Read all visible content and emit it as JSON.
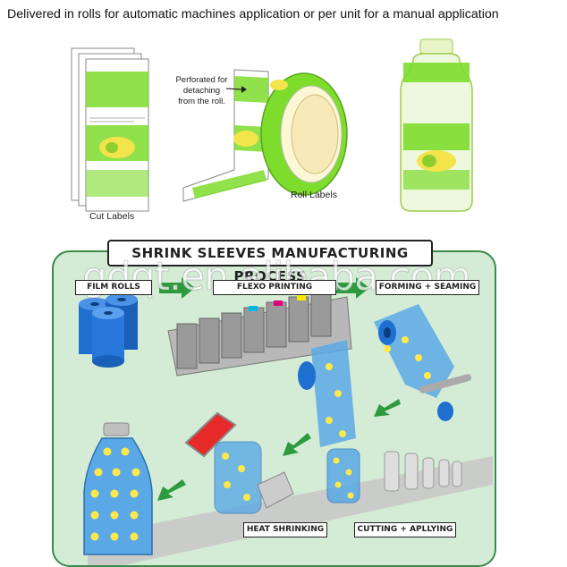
{
  "header": {
    "title": "Delivered in rolls for automatic machines application or per unit for a manual application"
  },
  "top_labels": {
    "cut_labels": "Cut Labels",
    "roll_labels": "Roll Labels",
    "perforated_note_line1": "Perforated for",
    "perforated_note_line2": "detaching",
    "perforated_note_line3": "from the roll."
  },
  "process": {
    "title": "SHRINK SLEEVES MANUFACTURING PROCESS",
    "steps": {
      "film_rolls": "FILM ROLLS",
      "flexo_printing": "FLEXO PRINTING",
      "forming_seaming": "FORMING + SEAMING",
      "heat_shrinking": "HEAT SHRINKING",
      "cutting_applying": "CUTTING + APLLYING"
    }
  },
  "watermark": "gdqt.en.alibaba.com",
  "colors": {
    "label_green": "#7ddc2c",
    "sleeve_blue": "#5aa9e6",
    "process_bg": "#d4ecd6",
    "arrow_green": "#2e9a3e",
    "roll_blue": "#1f6fd1"
  }
}
